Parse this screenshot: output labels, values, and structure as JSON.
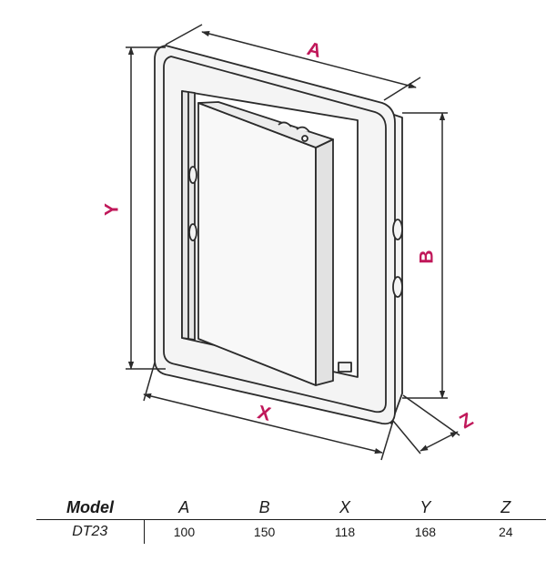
{
  "dimension_labels": {
    "A": "A",
    "B": "B",
    "X": "X",
    "Y": "Y",
    "Z": "Z"
  },
  "colors": {
    "label": "#c0185a",
    "line": "#2b2b2b",
    "panel_fill": "#f4f4f4"
  },
  "table": {
    "model_header": "Model",
    "columns": [
      "A",
      "B",
      "X",
      "Y",
      "Z"
    ],
    "rows": [
      {
        "model": "DT23",
        "values": [
          "100",
          "150",
          "118",
          "168",
          "24"
        ]
      }
    ]
  }
}
